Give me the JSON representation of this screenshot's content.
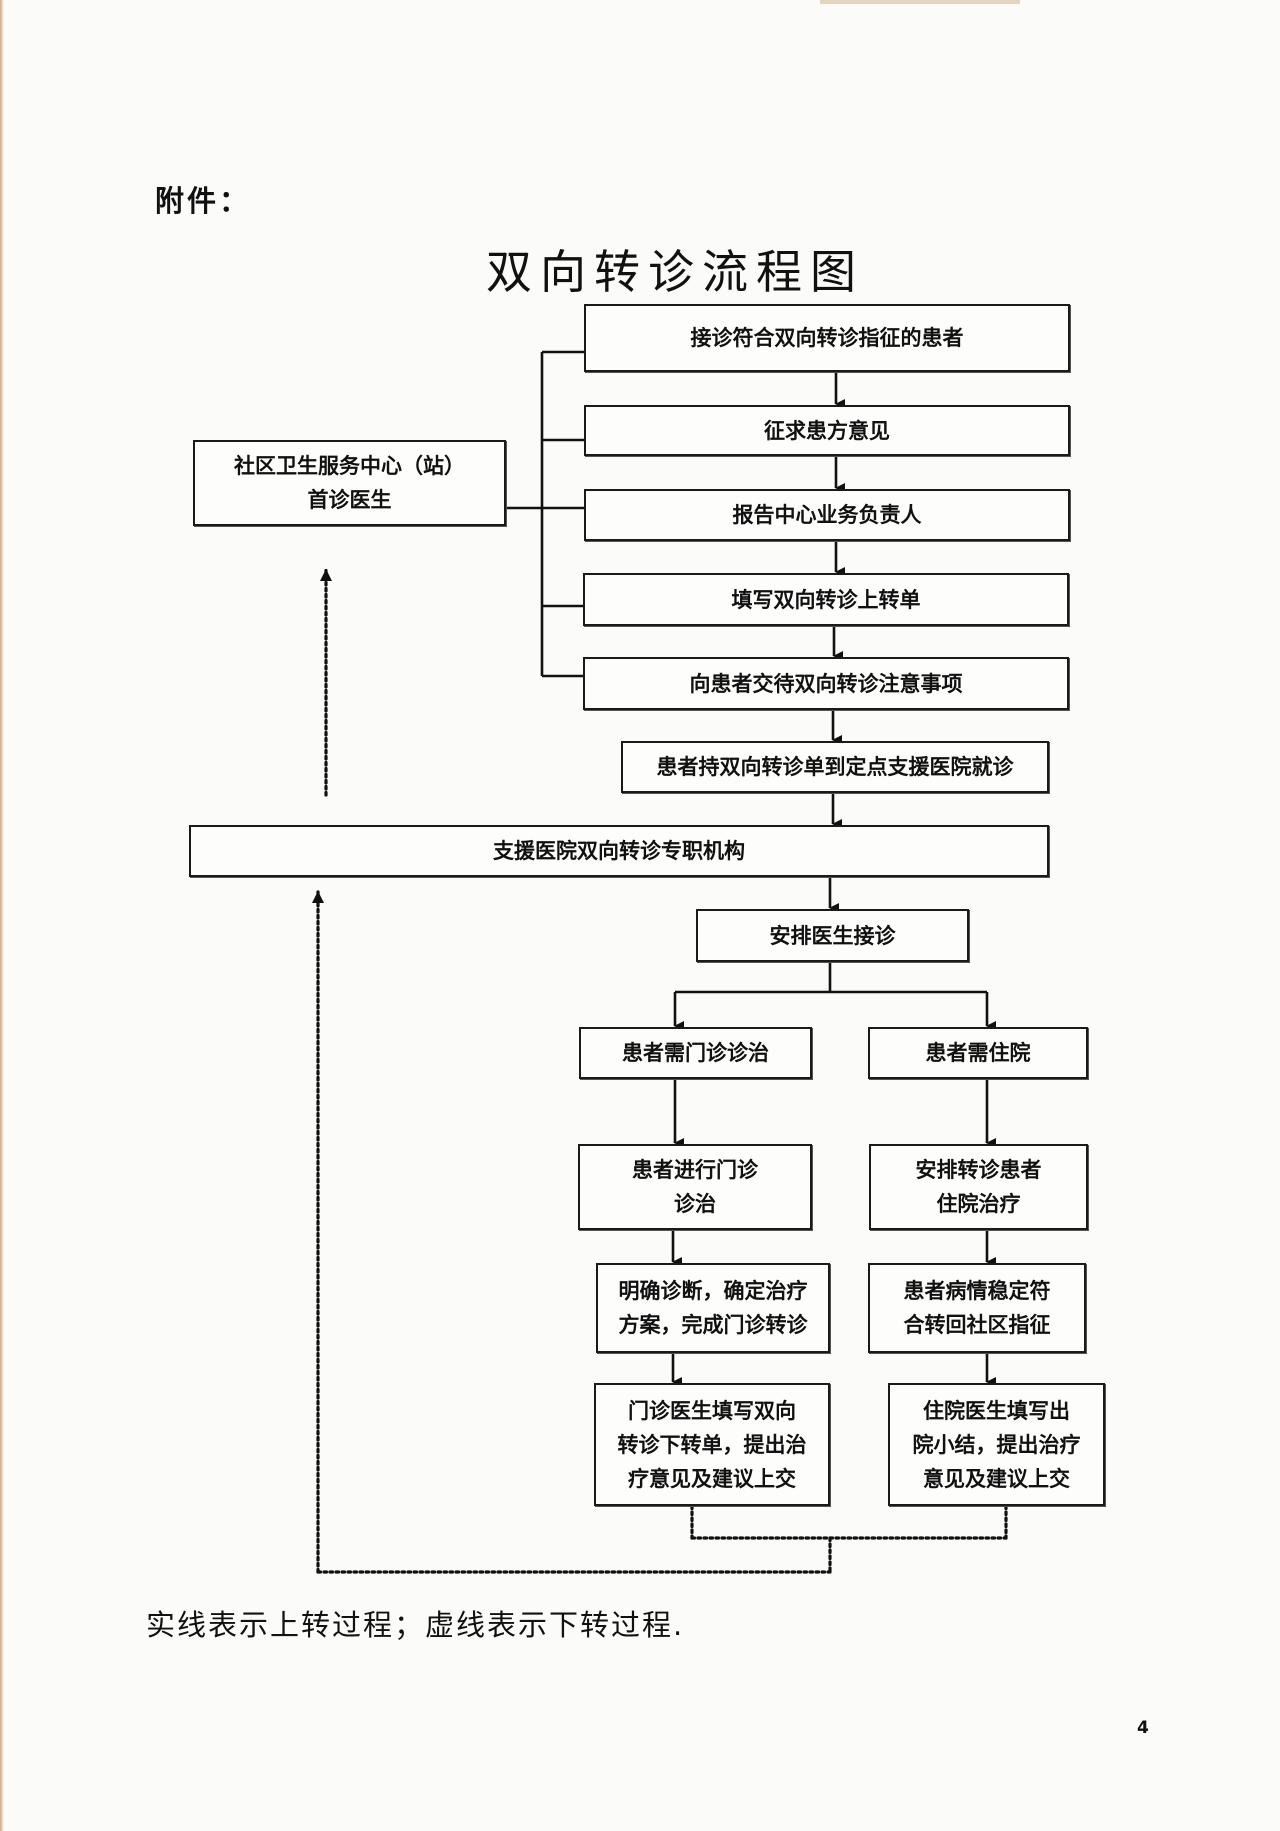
{
  "header": {
    "attachment_label": "附件：",
    "title": "双向转诊流程图"
  },
  "flowchart": {
    "community_center": {
      "line1": "社区卫生服务中心（站）",
      "line2": "首诊医生"
    },
    "upward_steps": [
      "接诊符合双向转诊指征的患者",
      "征求患方意见",
      "报告中心业务负责人",
      "填写双向转诊上转单",
      "向患者交待双向转诊注意事项",
      "患者持双向转诊单到定点支援医院就诊"
    ],
    "hospital_office": "支援医院双向转诊专职机构",
    "arrange_doctor": "安排医生接诊",
    "outpatient_branch": {
      "need": "患者需门诊诊治",
      "treat": [
        "患者进行门诊",
        "诊治"
      ],
      "diagnose": [
        "明确诊断，确定治疗",
        "方案，完成门诊转诊"
      ],
      "report": [
        "门诊医生填写双向",
        "转诊下转单，提出治",
        "疗意见及建议上交"
      ]
    },
    "inpatient_branch": {
      "need": "患者需住院",
      "treat": [
        "安排转诊患者",
        "住院治疗"
      ],
      "stable": [
        "患者病情稳定符",
        "合转回社区指征"
      ],
      "report": [
        "住院医生填写出",
        "院小结，提出治疗",
        "意见及建议上交"
      ]
    }
  },
  "legend": "实线表示上转过程；虚线表示下转过程.",
  "page_number": "4"
}
